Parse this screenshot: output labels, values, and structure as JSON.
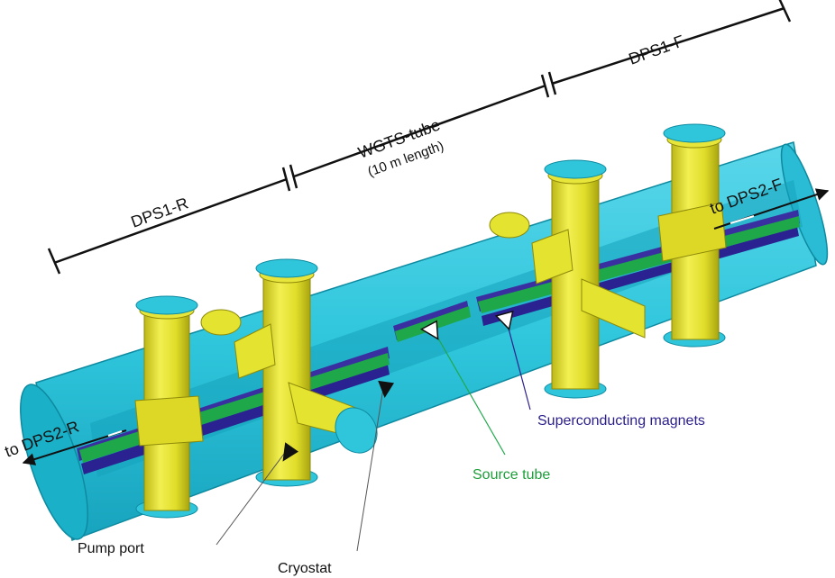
{
  "labels": {
    "dps1_r": "DPS1-R",
    "wgts_tube": "WGTS-tube",
    "wgts_length": "(10 m length)",
    "dps1_f": "DPS1-F",
    "to_dps2_f": "to  DPS2-F",
    "to_dps2_r": "to  DPS2-R",
    "superconducting_magnets": "Superconducting magnets",
    "source_tube": "Source tube",
    "pump_port": "Pump port",
    "cryostat": "Cryostat"
  },
  "colors": {
    "cryostat": "#2fc6dc",
    "cryostat_shade": "#1aa8c2",
    "pump_port": "#e4e330",
    "pump_port_shade": "#b8b414",
    "source_tube": "#1ea84a",
    "magnets": "#3a2fa0",
    "label_magnets": "#2a1f8c",
    "label_source": "#1e9e3a",
    "line": "#111111"
  },
  "icons": {
    "arrow_right": "arrow-right-icon",
    "arrow_left": "arrow-left-icon"
  }
}
